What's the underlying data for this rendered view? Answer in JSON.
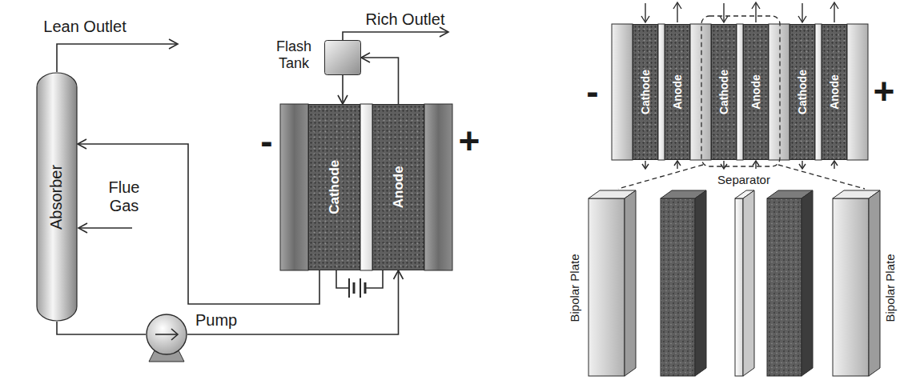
{
  "diagram": {
    "nodes": [
      {
        "text": [
          "Absorber"
        ]
      },
      {
        "text": [
          "Flash Tank"
        ]
      },
      {
        "text": [
          "Cathode"
        ]
      },
      {
        "text": [
          "Anode"
        ]
      },
      {
        "text": [
          "Pump"
        ]
      },
      {
        "text": [
          "Cathode"
        ]
      },
      {
        "text": [
          "Anode"
        ]
      },
      {
        "text": [
          "Cathode"
        ]
      },
      {
        "text": [
          "Anode"
        ]
      },
      {
        "text": [
          "Cathode"
        ]
      },
      {
        "text": [
          "Anode"
        ]
      }
    ],
    "edges": [
      {
        "from": 0,
        "to": 4,
        "arrow": "none"
      },
      {
        "from": 4,
        "to": 3,
        "arrow": "to"
      },
      {
        "from": 3,
        "to": 1,
        "arrow": "to"
      },
      {
        "from": 1,
        "to": 2,
        "arrow": "to"
      },
      {
        "from": 2,
        "to": 0,
        "arrow": "to"
      }
    ],
    "labels": [
      "Lean Outlet",
      "Rich Outlet",
      "Flue Gas",
      "-",
      "+",
      "-",
      "+",
      "Separator",
      "Bipolar Plate",
      "Bipolar Plate"
    ]
  }
}
